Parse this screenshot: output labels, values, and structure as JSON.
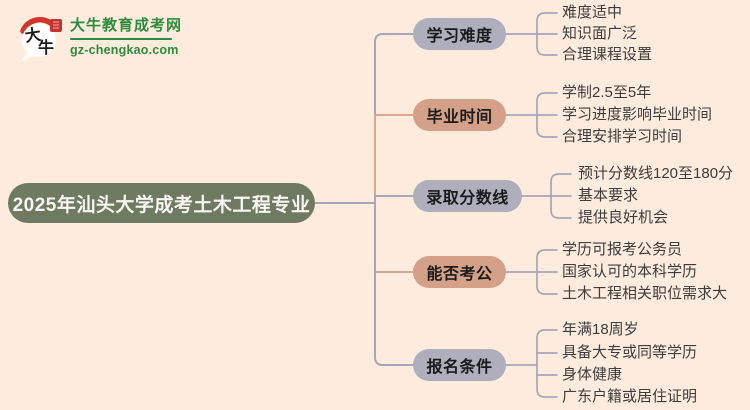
{
  "logo": {
    "bubble_chars": "大牛",
    "char_top": "大",
    "char_bottom": "牛",
    "title": "大牛教育成考网",
    "subtitle": "gz-chengkao.com",
    "brand_green": "#2e8b3d",
    "seal_red": "#c5342c"
  },
  "root": {
    "label": "2025年汕头大学成考土木工程专业",
    "color": "#6f7b61"
  },
  "branches": [
    {
      "label": "学习难度",
      "color": "#aeaebd",
      "connector_color": "#a6a6b6",
      "leaves": [
        "难度适中",
        "知识面广泛",
        "合理课程设置"
      ]
    },
    {
      "label": "毕业时间",
      "color": "#d4a188",
      "connector_color": "#d8a88e",
      "leaves": [
        "学制2.5至5年",
        "学习进度影响毕业时间",
        "合理安排学习时间"
      ]
    },
    {
      "label": "录取分数线",
      "color": "#aeaebd",
      "connector_color": "#a6a6b6",
      "leaves": [
        "预计分数线120至180分",
        "基本要求",
        "提供良好机会"
      ]
    },
    {
      "label": "能否考公",
      "color": "#d4a188",
      "connector_color": "#d8a88e",
      "leaves": [
        "学历可报考公务员",
        "国家认可的本科学历",
        "土木工程相关职位需求大"
      ]
    },
    {
      "label": "报名条件",
      "color": "#aeaebd",
      "connector_color": "#a6a6b6",
      "leaves": [
        "年满18周岁",
        "具备大专或同等学历",
        "身体健康",
        "广东户籍或居住证明"
      ]
    }
  ],
  "colors": {
    "background": "#fdecdd",
    "line_gray": "#a6a6b6",
    "line_salmon": "#d8a88e",
    "leaf_text": "#3d3d3d"
  }
}
